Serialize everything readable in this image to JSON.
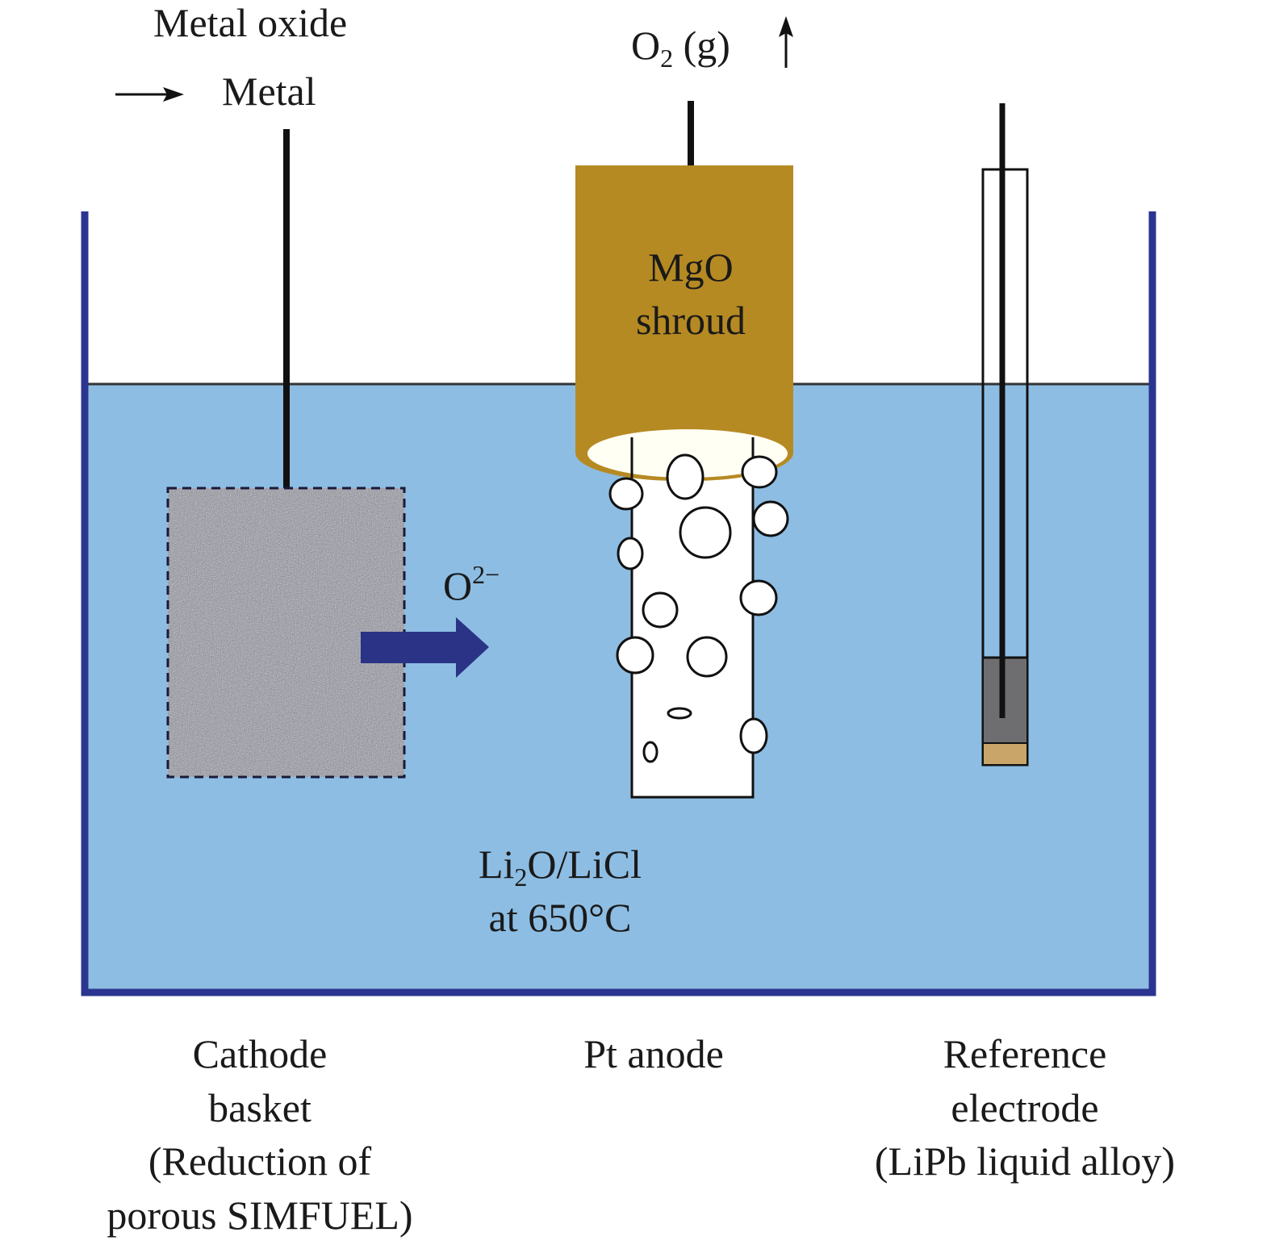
{
  "colors": {
    "electrolyte": "#8DBDE3",
    "vessel": "#2B3590",
    "shroud": "#B68A22",
    "ion_arrow": "#2A3386",
    "cathode_fill": "#8E8E96",
    "ref_tip": "#6E6E70",
    "ref_alloy": "#C9A56A"
  },
  "labels": {
    "reaction_line1": "Metal oxide",
    "reaction_line2": "Metal",
    "reaction_arrow_icon": "right-arrow-icon",
    "o2_gas": {
      "base": "O",
      "sub": "2",
      "rest": " (g)"
    },
    "gas_arrow_icon": "up-arrow-icon",
    "shroud_line1": "MgO",
    "shroud_line2": "shroud",
    "oxide_ion": {
      "base": "O",
      "sup": "2−"
    },
    "electrolyte_line1": {
      "a": "Li",
      "sub": "2",
      "b": "O/LiCl"
    },
    "electrolyte_line2": "at 650°C",
    "cathode": [
      "Cathode",
      "basket",
      "(Reduction of",
      "porous SIMFUEL)"
    ],
    "anode": [
      "Pt anode"
    ],
    "reference": [
      "Reference",
      "electrode",
      "(LiPb liquid alloy)"
    ]
  }
}
